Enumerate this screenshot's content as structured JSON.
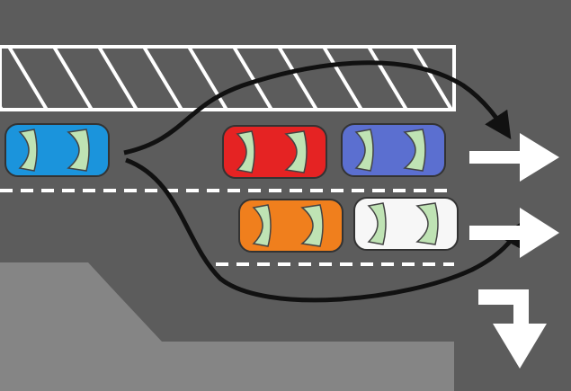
{
  "diagram": {
    "caption": "",
    "road_color": "#5c5c5c",
    "curb_area_color": "#858585",
    "marking_color": "#ffffff",
    "path_color": "#111111",
    "blocked_zone": {
      "pattern": "diagonal-hatch",
      "color": "#ffffff"
    },
    "lanes": [
      {
        "id": "upper-lane",
        "boundary": "dashed"
      },
      {
        "id": "lower-lane",
        "boundary": "dashed"
      }
    ],
    "vehicles": [
      {
        "id": "merging-car",
        "color": "#1b94dc",
        "lane": "upper-lane",
        "role": "merging"
      },
      {
        "id": "red-car",
        "color": "#e52323",
        "lane": "upper-lane",
        "role": "queued"
      },
      {
        "id": "blue-car",
        "color": "#5b6fd0",
        "lane": "upper-lane",
        "role": "queued"
      },
      {
        "id": "orange-car",
        "color": "#f07f1d",
        "lane": "lower-lane",
        "role": "queued"
      },
      {
        "id": "white-car",
        "color": "#f7f7f7",
        "lane": "lower-lane",
        "role": "queued"
      }
    ],
    "paths": [
      {
        "id": "path-around-top",
        "shape": "curve-over-hatched-zone",
        "arrowhead": true
      },
      {
        "id": "path-into-lower-lane",
        "shape": "curve-down-then-right",
        "arrowhead": true
      }
    ],
    "road_arrows": [
      {
        "id": "upper-straight-arrow",
        "direction": "straight"
      },
      {
        "id": "lower-straight-arrow",
        "direction": "straight"
      },
      {
        "id": "right-turn-arrow",
        "direction": "right-then-down"
      }
    ]
  }
}
